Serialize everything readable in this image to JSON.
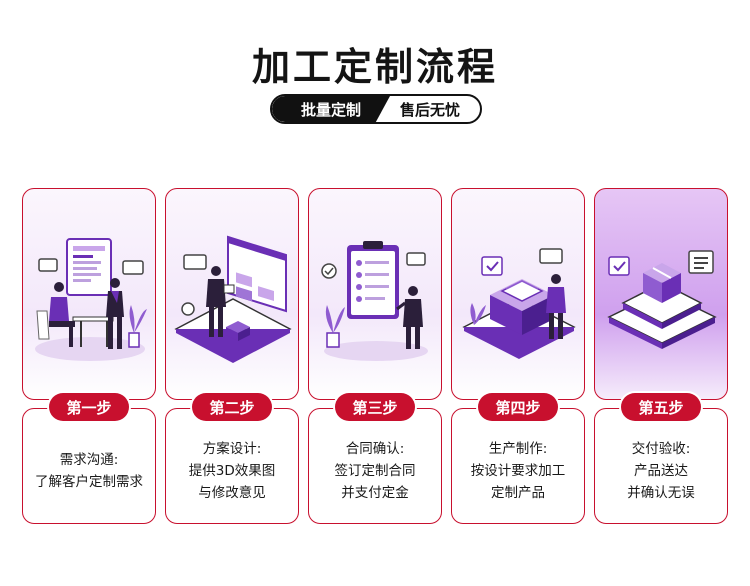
{
  "title": "加工定制流程",
  "tag_left": "批量定制",
  "tag_right": "售后无忧",
  "steps": [
    {
      "label": "第一步",
      "lines": [
        "需求沟通:",
        "了解客户定制需求"
      ]
    },
    {
      "label": "第二步",
      "lines": [
        "方案设计:",
        "提供3D效果图",
        "与修改意见"
      ]
    },
    {
      "label": "第三步",
      "lines": [
        "合同确认:",
        "签订定制合同",
        "并支付定金"
      ]
    },
    {
      "label": "第四步",
      "lines": [
        "生产制作:",
        "按设计要求加工",
        "定制产品"
      ]
    },
    {
      "label": "第五步",
      "lines": [
        "交付验收:",
        "产品送达",
        "并确认无误"
      ]
    }
  ],
  "colors": {
    "accent": "#c8102e",
    "purple": "#6a2fb5",
    "light_purple": "#efe2f8"
  },
  "icons": [
    "meeting-illustration",
    "design-illustration",
    "contract-illustration",
    "production-illustration",
    "delivery-illustration"
  ]
}
